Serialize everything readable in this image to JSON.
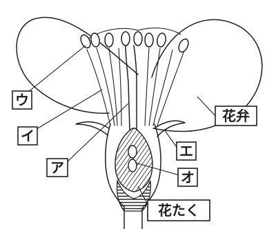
{
  "labels": {
    "u": "ウ",
    "i": "イ",
    "a": "ア",
    "petal": "花弁",
    "e": "エ",
    "o": "オ",
    "receptacle": "花たく"
  },
  "colors": {
    "ink": "#1e1e1e",
    "background": "#ffffff"
  }
}
